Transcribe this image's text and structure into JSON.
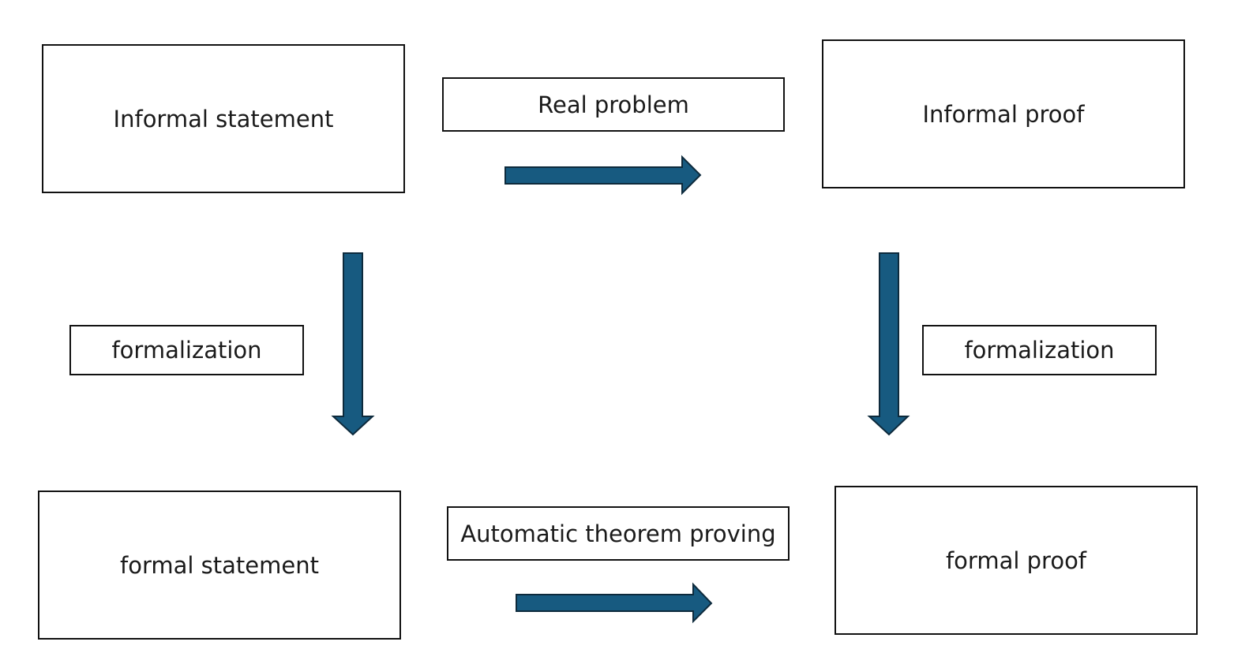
{
  "nodes": {
    "informal_statement": "Informal statement",
    "informal_proof": "Informal proof",
    "formal_statement": "formal statement",
    "formal_proof": "formal proof"
  },
  "edges": {
    "top": "Real problem",
    "left": "formalization",
    "right": "formalization",
    "bottom": "Automatic theorem proving"
  },
  "colors": {
    "arrow_fill": "#175a80",
    "arrow_stroke": "#0d2a3c",
    "box_border": "#111111"
  }
}
